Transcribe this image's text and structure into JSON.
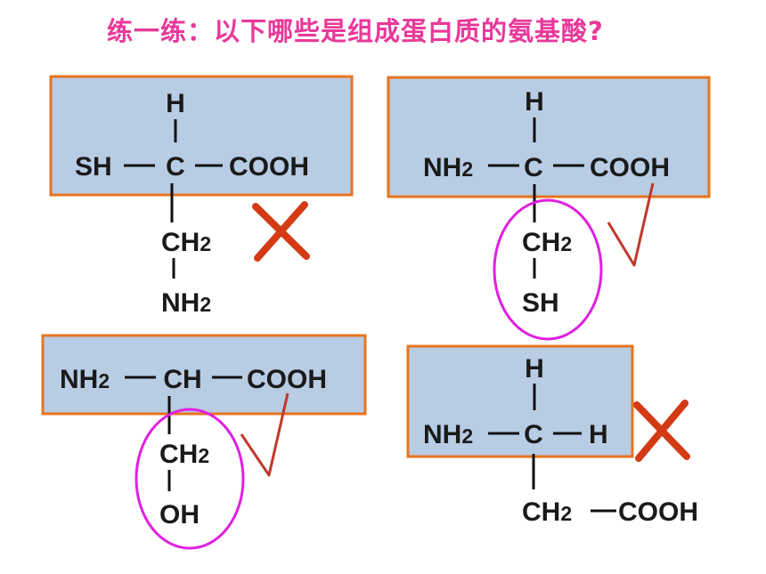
{
  "title": "练一练：以下哪些是组成蛋白质的氨基酸?",
  "colors": {
    "title": "#e8399a",
    "box_fill": "#b8cce4",
    "box_border": "#e8741e",
    "cross": "#d43a14",
    "check": "#c0392b",
    "circle": "#e020e0"
  },
  "m1": {
    "h": "H",
    "left": "SH",
    "center": "C",
    "right": "COOH",
    "r1": "CH",
    "r1_sub": "2",
    "r2_main": "NH",
    "r2_sub": "2",
    "mark": "✗"
  },
  "m2": {
    "h": "H",
    "left_main": "NH",
    "left_sub": "2",
    "center": "C",
    "right": "COOH",
    "r1": "CH",
    "r1_sub": "2",
    "r2": "SH",
    "mark": "√"
  },
  "m3": {
    "left_main": "NH",
    "left_sub": "2",
    "center": "CH",
    "right": "COOH",
    "r1": "CH",
    "r1_sub": "2",
    "r2": "OH",
    "mark": "√"
  },
  "m4": {
    "h": "H",
    "left_main": "NH",
    "left_sub": "2",
    "center": "C",
    "right": "H",
    "r1": "CH",
    "r1_sub": "2",
    "r1_right": "COOH",
    "mark": "✗"
  }
}
